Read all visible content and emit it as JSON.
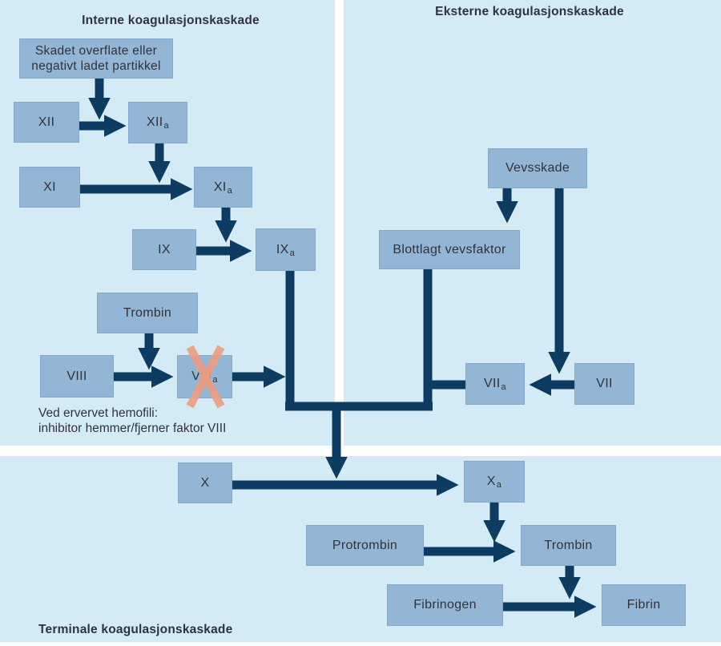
{
  "colors": {
    "background": "#ffffff",
    "panel": "#d4ebf6",
    "box": "#93b6d7",
    "box_border": "#83a8cc",
    "arrow": "#0d3c62",
    "cross": "#eb9e85",
    "text": "#31323a"
  },
  "panels": {
    "interne": {
      "title": "Interne koagulasjonskaskade"
    },
    "eksterne": {
      "title": "Eksterne koagulasjonskaskade"
    },
    "terminale": {
      "title": "Terminale koagulasjonskaskade"
    }
  },
  "nodes": {
    "skadet": {
      "line1": "Skadet overflate eller",
      "line2": "negativt ladet partikkel"
    },
    "xii": {
      "label": "XII"
    },
    "xiia": {
      "label": "XII",
      "sub": "a"
    },
    "xi": {
      "label": "XI"
    },
    "xia": {
      "label": "XI",
      "sub": "a"
    },
    "ix": {
      "label": "IX"
    },
    "ixa": {
      "label": "IX",
      "sub": "a"
    },
    "trombin_intern": {
      "label": "Trombin"
    },
    "viii": {
      "label": "VIII"
    },
    "viiia": {
      "label": "VIII",
      "sub": "a"
    },
    "vevsskade": {
      "label": "Vevsskade"
    },
    "blottlagt": {
      "label": "Blottlagt vevsfaktor"
    },
    "viia": {
      "label": "VII",
      "sub": "a"
    },
    "vii": {
      "label": "VII"
    },
    "x": {
      "label": "X"
    },
    "xa": {
      "label": "X",
      "sub": "a"
    },
    "protrombin": {
      "label": "Protrombin"
    },
    "trombin_terminal": {
      "label": "Trombin"
    },
    "fibrinogen": {
      "label": "Fibrinogen"
    },
    "fibrin": {
      "label": "Fibrin"
    }
  },
  "caption": {
    "line1": "Ved ervervet hemofili:",
    "line2": "inhibitor hemmer/fjerner faktor VIII"
  }
}
